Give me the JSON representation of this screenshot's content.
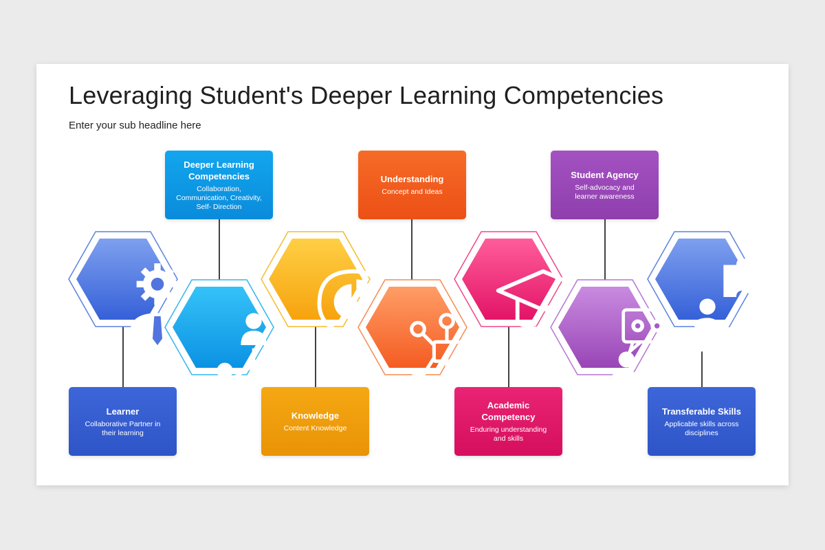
{
  "title": "Leveraging Student's Deeper Learning Competencies",
  "subtitle": "Enter your sub headline here",
  "items": [
    {
      "title": "Learner",
      "desc": "Collaborative Partner in their learning",
      "icon": "person-gear-icon",
      "color": "#3a62d6"
    },
    {
      "title": "Deeper Learning Competencies",
      "desc": "Collaboration, Communication, Creativity, Self- Direction",
      "icon": "team-network-icon",
      "color": "#0a97e0"
    },
    {
      "title": "Knowledge",
      "desc": "Content Knowledge",
      "icon": "head-chart-icon",
      "color": "#f4a00c"
    },
    {
      "title": "Understanding",
      "desc": "Concept and Ideas",
      "icon": "flowchart-icon",
      "color": "#f25f1f"
    },
    {
      "title": "Academic Competency",
      "desc": "Enduring understanding and skills",
      "icon": "graduation-cap-icon",
      "color": "#e61c6b"
    },
    {
      "title": "Student Agency",
      "desc": "Self-advocacy and learner awareness",
      "icon": "presenter-gears-icon",
      "color": "#9a48b8"
    },
    {
      "title": "Transferable Skills",
      "desc": "Applicable skills across disciplines",
      "icon": "puzzle-people-icon",
      "color": "#3a62d6"
    }
  ]
}
